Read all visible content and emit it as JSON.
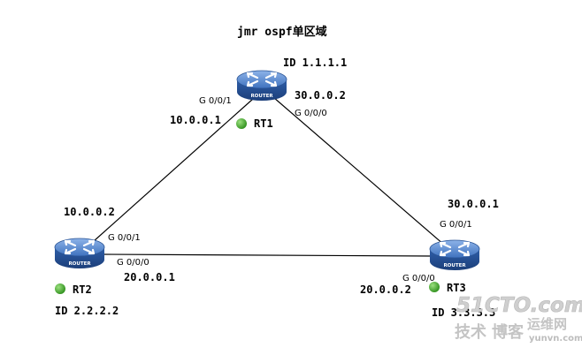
{
  "title": "jmr ospf单区域",
  "routers": {
    "rt1": {
      "name": "RT1",
      "id": "ID 1.1.1.1",
      "device_label": "ROUTER"
    },
    "rt2": {
      "name": "RT2",
      "id": "ID 2.2.2.2",
      "device_label": "ROUTER"
    },
    "rt3": {
      "name": "RT3",
      "id": "ID 3.3.3.3",
      "device_label": "ROUTER"
    }
  },
  "links": {
    "rt1_rt2": {
      "rt1_port": "G 0/0/1",
      "rt1_ip": "10.0.0.1",
      "rt2_port": "G 0/0/1",
      "rt2_ip": "10.0.0.2"
    },
    "rt1_rt3": {
      "rt1_port": "G 0/0/0",
      "rt1_ip": "30.0.0.2",
      "rt3_port": "G 0/0/1",
      "rt3_ip": "30.0.0.1"
    },
    "rt2_rt3": {
      "rt2_port": "G 0/0/0",
      "rt2_ip": "20.0.0.1",
      "rt3_port": "G 0/0/0",
      "rt3_ip": "20.0.0.2"
    }
  },
  "watermark": {
    "line1": "51CTO.com",
    "line2_left": "技术",
    "line2_mid": "博客",
    "line2_right": "运维网",
    "url": "yunvn.com"
  },
  "colors": {
    "router_body": "#2f5fa8",
    "router_top": "#6f9ad8",
    "status_dot": "#3fae2a",
    "link": "#000000",
    "watermark": "#c9c9c9"
  }
}
